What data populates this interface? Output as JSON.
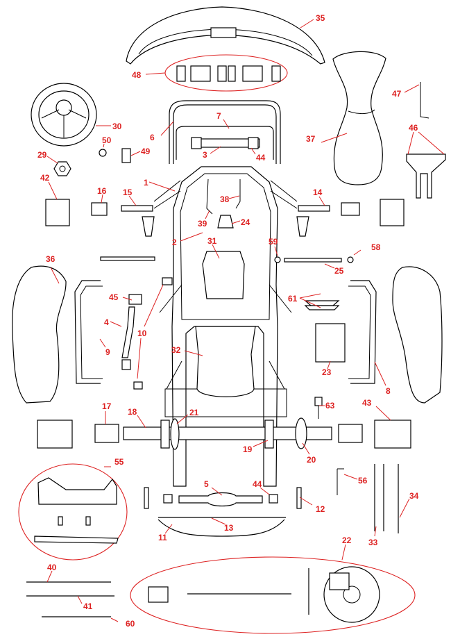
{
  "labels": {
    "l1": "1",
    "l2": "2",
    "l3": "3",
    "l4": "4",
    "l5": "5",
    "l6": "6",
    "l7": "7",
    "l8": "8",
    "l9": "9",
    "l10": "10",
    "l11": "11",
    "l12": "12",
    "l13": "13",
    "l14": "14",
    "l15": "15",
    "l16": "16",
    "l17": "17",
    "l18": "18",
    "l19": "19",
    "l20": "20",
    "l21": "21",
    "l22": "22",
    "l23": "23",
    "l24": "24",
    "l25": "25",
    "l29": "29",
    "l30": "30",
    "l31": "31",
    "l32": "32",
    "l33": "33",
    "l34": "34",
    "l35": "35",
    "l36": "36",
    "l37": "37",
    "l38": "38",
    "l39": "39",
    "l40": "40",
    "l41": "41",
    "l42": "42",
    "l43": "43",
    "l44a": "44",
    "l44b": "44",
    "l45": "45",
    "l46": "46",
    "l47": "47",
    "l48": "48",
    "l49": "49",
    "l50": "50",
    "l55": "55",
    "l56": "56",
    "l58": "58",
    "l59": "59",
    "l60": "60",
    "l61": "61",
    "l63": "63"
  },
  "colors": {
    "label": "#dd2222",
    "line": "#000000",
    "background": "#ffffff"
  }
}
